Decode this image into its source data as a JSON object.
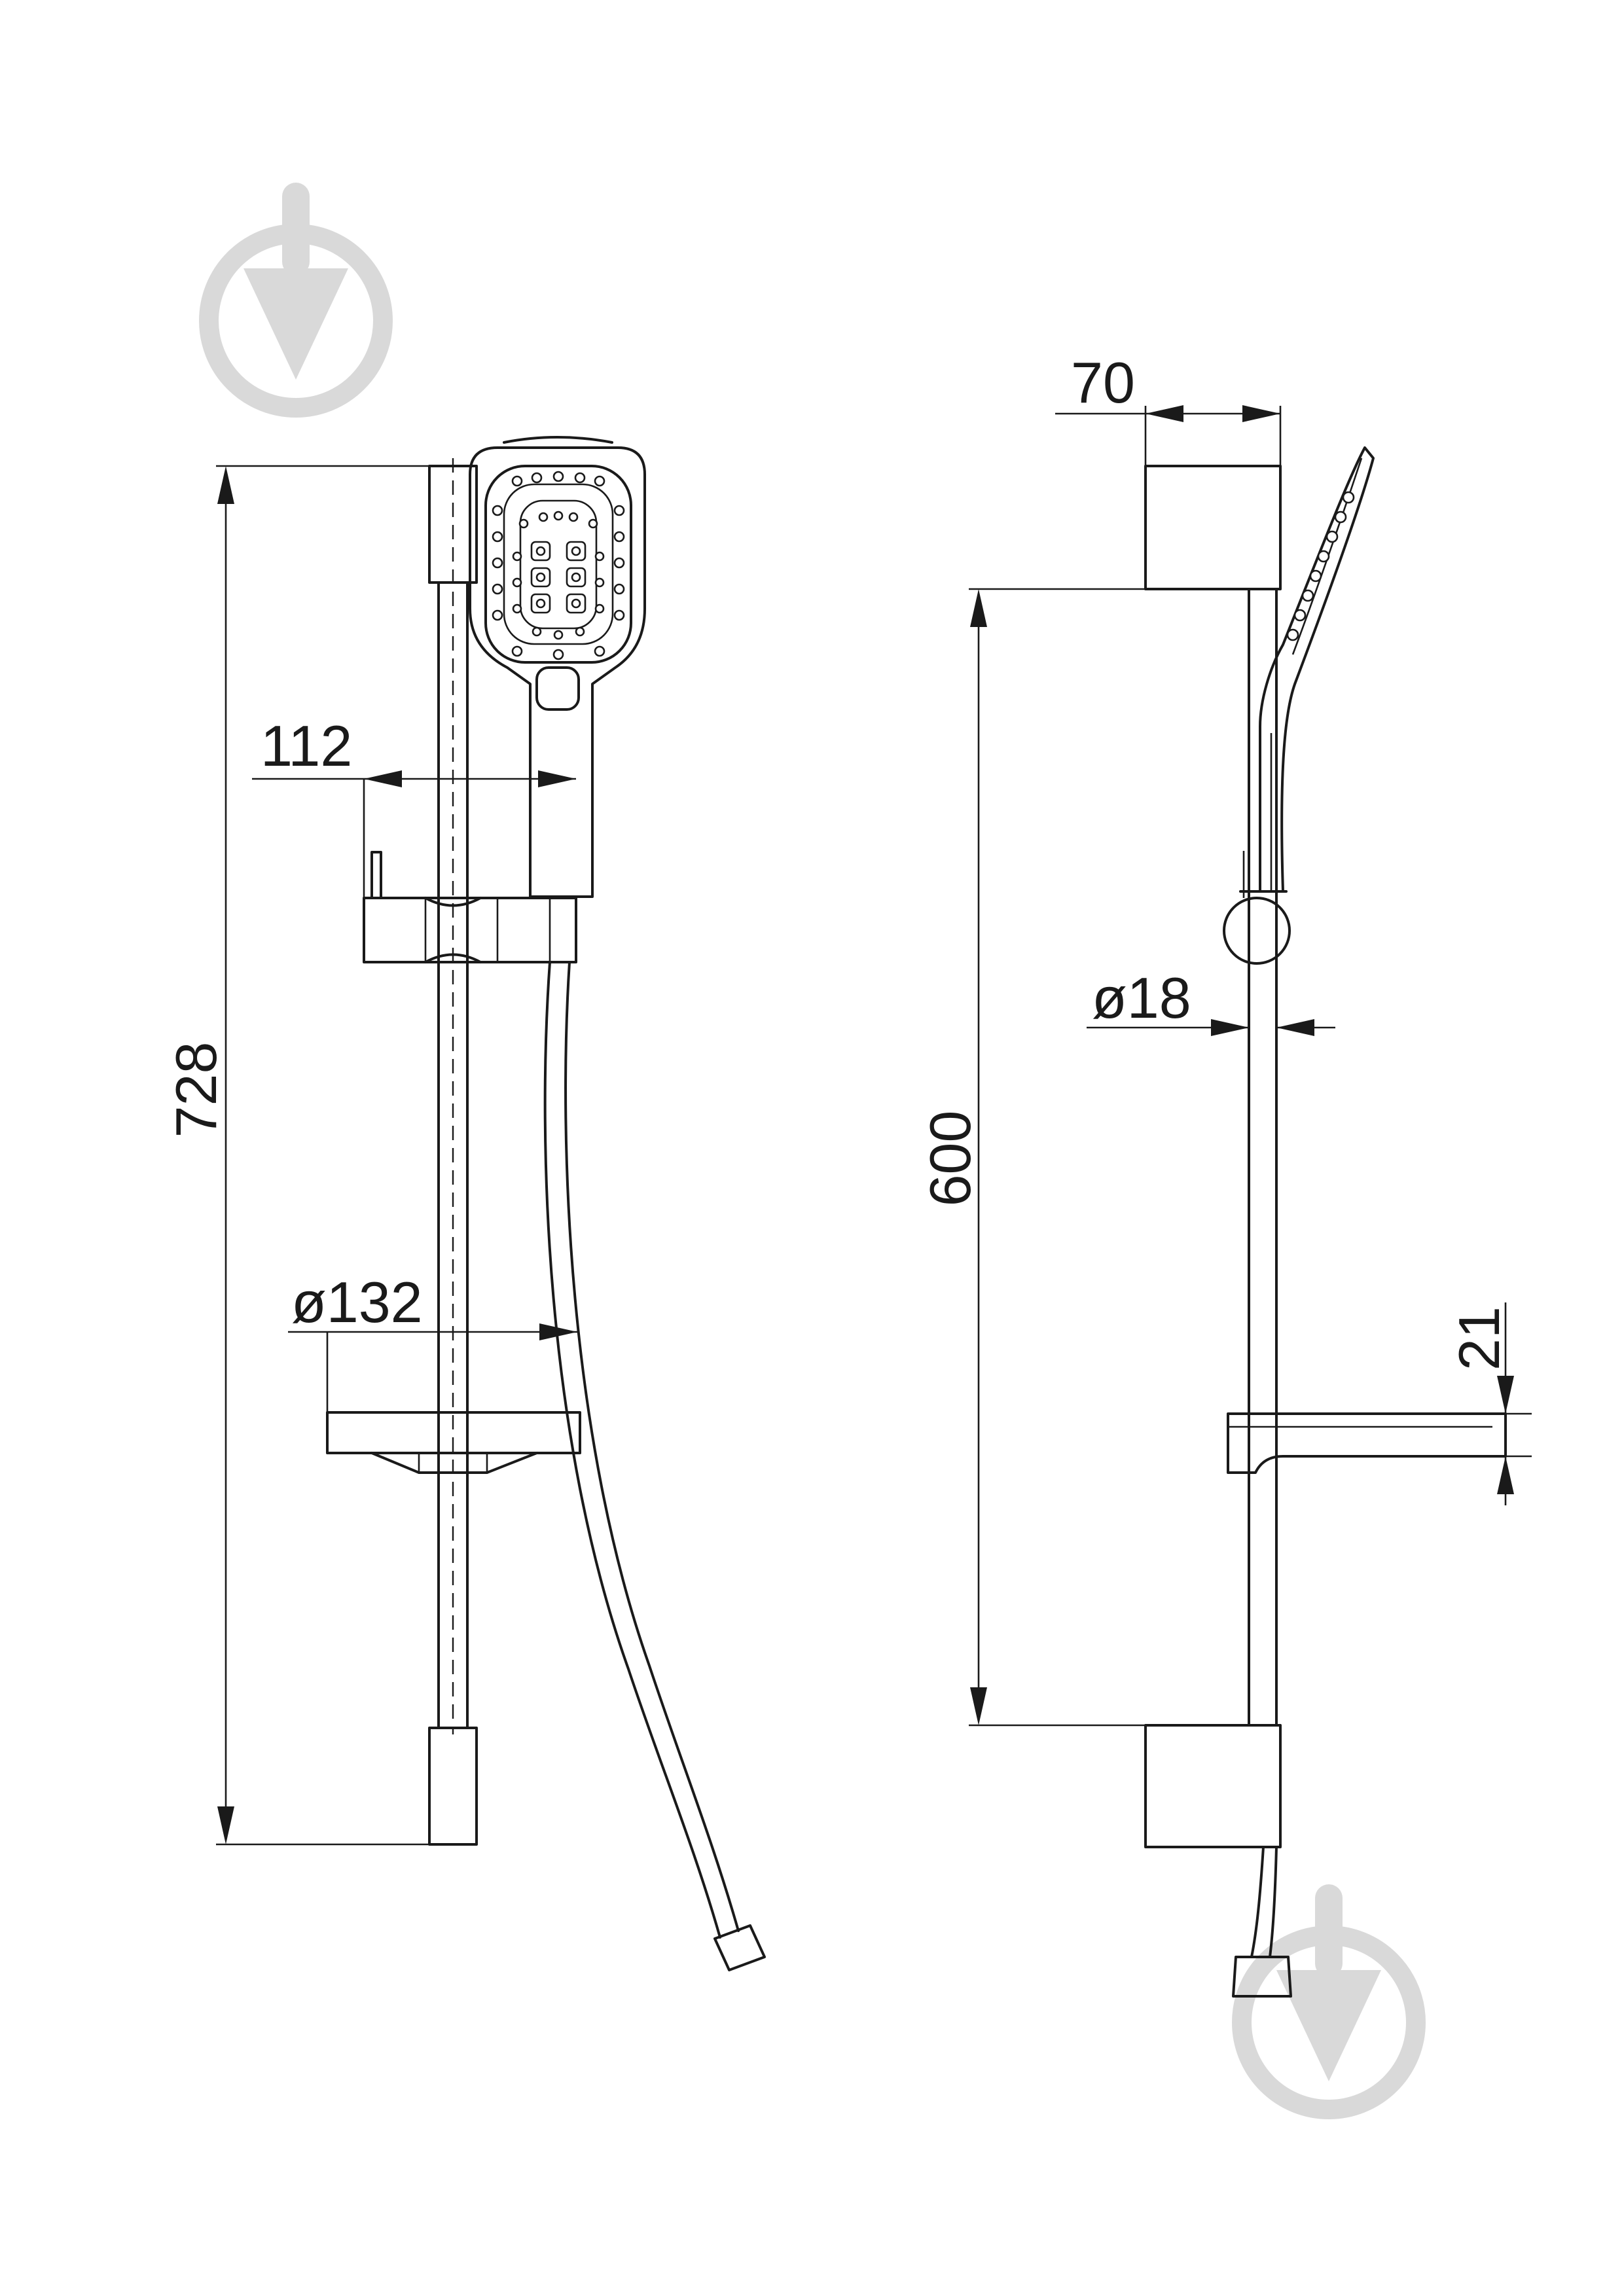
{
  "dimensions": {
    "total_height": "728",
    "holder_offset": "112",
    "hose_diameter": "ø132",
    "head_depth": "70",
    "bar_diameter": "ø18",
    "bar_length": "600",
    "shelf_height": "21"
  },
  "icons": {
    "watermark": "tap-drop-watermark-icon"
  }
}
